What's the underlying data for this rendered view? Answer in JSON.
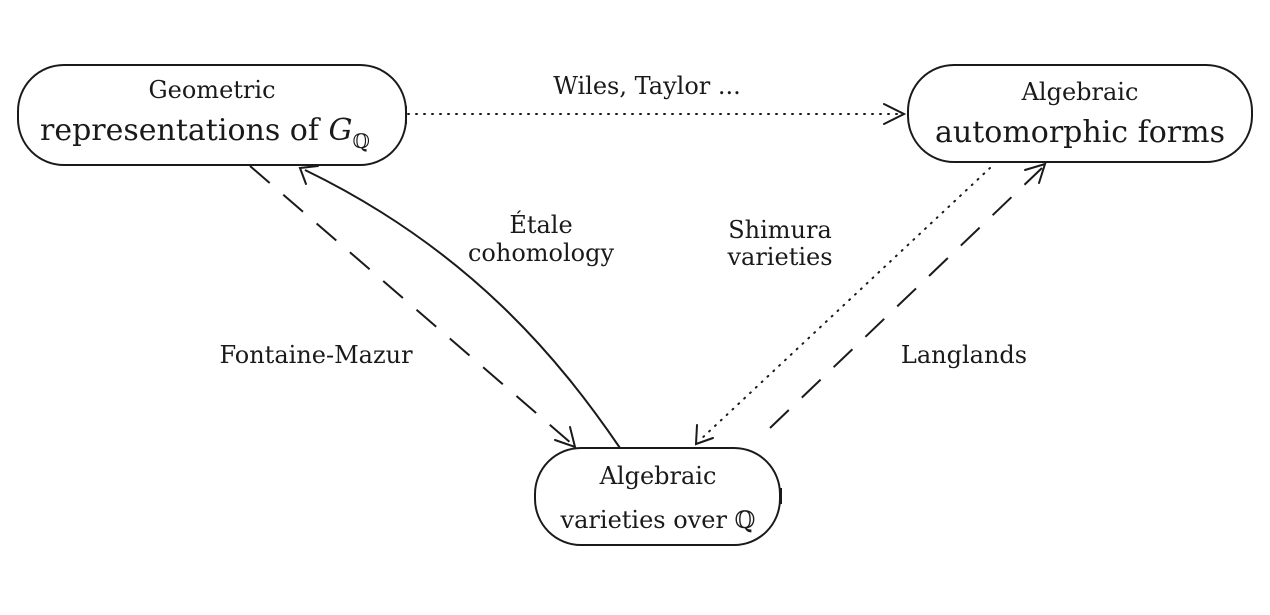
{
  "nodes": {
    "galois": {
      "line1": "Geometric",
      "line2": "representations of ",
      "symbol": "G",
      "subscript": "ℚ"
    },
    "automorphic": {
      "line1": "Algebraic",
      "line2": "automorphic forms"
    },
    "varieties": {
      "line1": "Algebraic",
      "line2": "varieties over ℚ"
    }
  },
  "edges": {
    "wiles_taylor": "Wiles, Taylor ...",
    "etale_line1": "Étale",
    "etale_line2": "cohomology",
    "shimura_line1": "Shimura",
    "shimura_line2": "varieties",
    "fontaine_mazur": "Fontaine-Mazur",
    "langlands": "Langlands"
  }
}
